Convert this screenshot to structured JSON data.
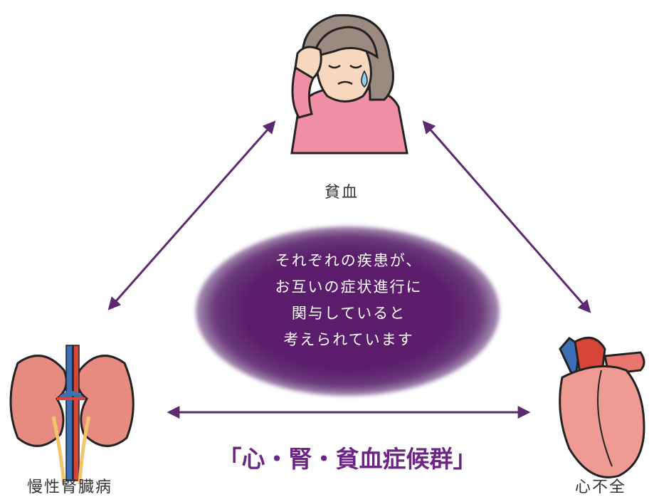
{
  "nodes": {
    "anemia": {
      "label": "貧血"
    },
    "ckd": {
      "label": "慢性腎臓病"
    },
    "heart_failure": {
      "label": "心不全"
    }
  },
  "center": {
    "lines": [
      "それぞれの疾患が、",
      "お互いの症状進行に",
      "関与していると",
      "考えられています"
    ]
  },
  "syndrome_title": "「心・腎・貧血症候群」",
  "colors": {
    "arrow": "#5c2a6e",
    "ellipse": "#5a1c6b",
    "title": "#6b2585"
  },
  "icons": {
    "anemia": "dizzy-woman-icon",
    "ckd": "kidneys-icon",
    "heart_failure": "heart-icon"
  }
}
